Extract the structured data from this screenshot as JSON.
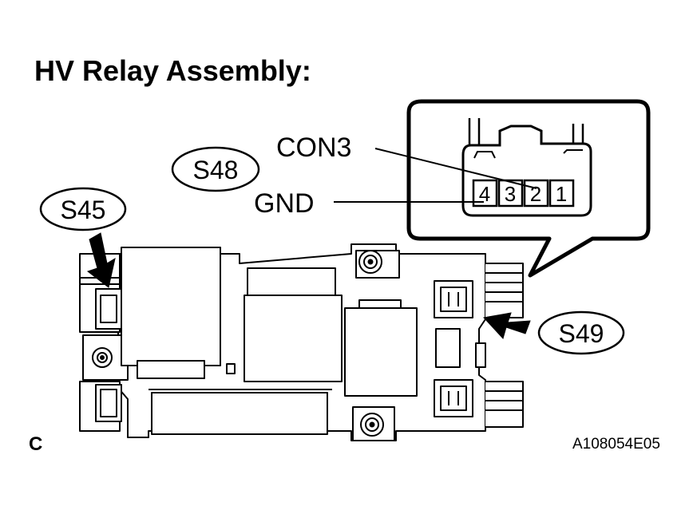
{
  "title": "HV Relay Assembly:",
  "connector_labels": {
    "s45": "S45",
    "s48": "S48",
    "s49": "S49"
  },
  "pin_labels": {
    "con3": "CON3",
    "gnd": "GND"
  },
  "pins": [
    "4",
    "3",
    "2",
    "1"
  ],
  "corner_letter": "C",
  "figure_code": "A108054E05"
}
